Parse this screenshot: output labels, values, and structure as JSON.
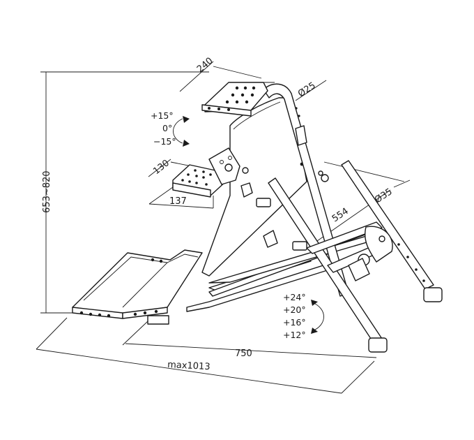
{
  "dimensions": {
    "height_range": "653~820",
    "top_plate_width": "240",
    "pedal_plate_width": "130",
    "pedal_plate_depth": "137",
    "top_tube_diameter": "Ø25",
    "main_tube_diameter": "Ø35",
    "tube_length": "554",
    "base_depth": "750",
    "max_length": "max1013"
  },
  "angles": {
    "top": [
      "+15°",
      "0°",
      "−15°"
    ],
    "base": [
      "+24°",
      "+20°",
      "+16°",
      "+12°"
    ]
  },
  "colors": {
    "line": "#1a1a1a",
    "background": "#ffffff"
  }
}
